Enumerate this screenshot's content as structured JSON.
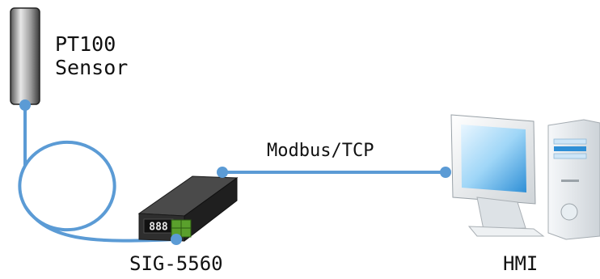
{
  "sensor": {
    "label_line1": "PT100",
    "label_line2": "Sensor",
    "icon": "temperature-probe-icon"
  },
  "device": {
    "label": "SIG-5560",
    "display_text": "888",
    "icon": "signal-converter-icon"
  },
  "link": {
    "label": "Modbus/TCP"
  },
  "hmi": {
    "label": "HMI",
    "icon": "desktop-computer-icon"
  },
  "colors": {
    "wire": "#5b9bd5",
    "device_body": "#3a3a3a",
    "terminal": "#5aa02c",
    "display_digits": "#e8e8e8"
  }
}
